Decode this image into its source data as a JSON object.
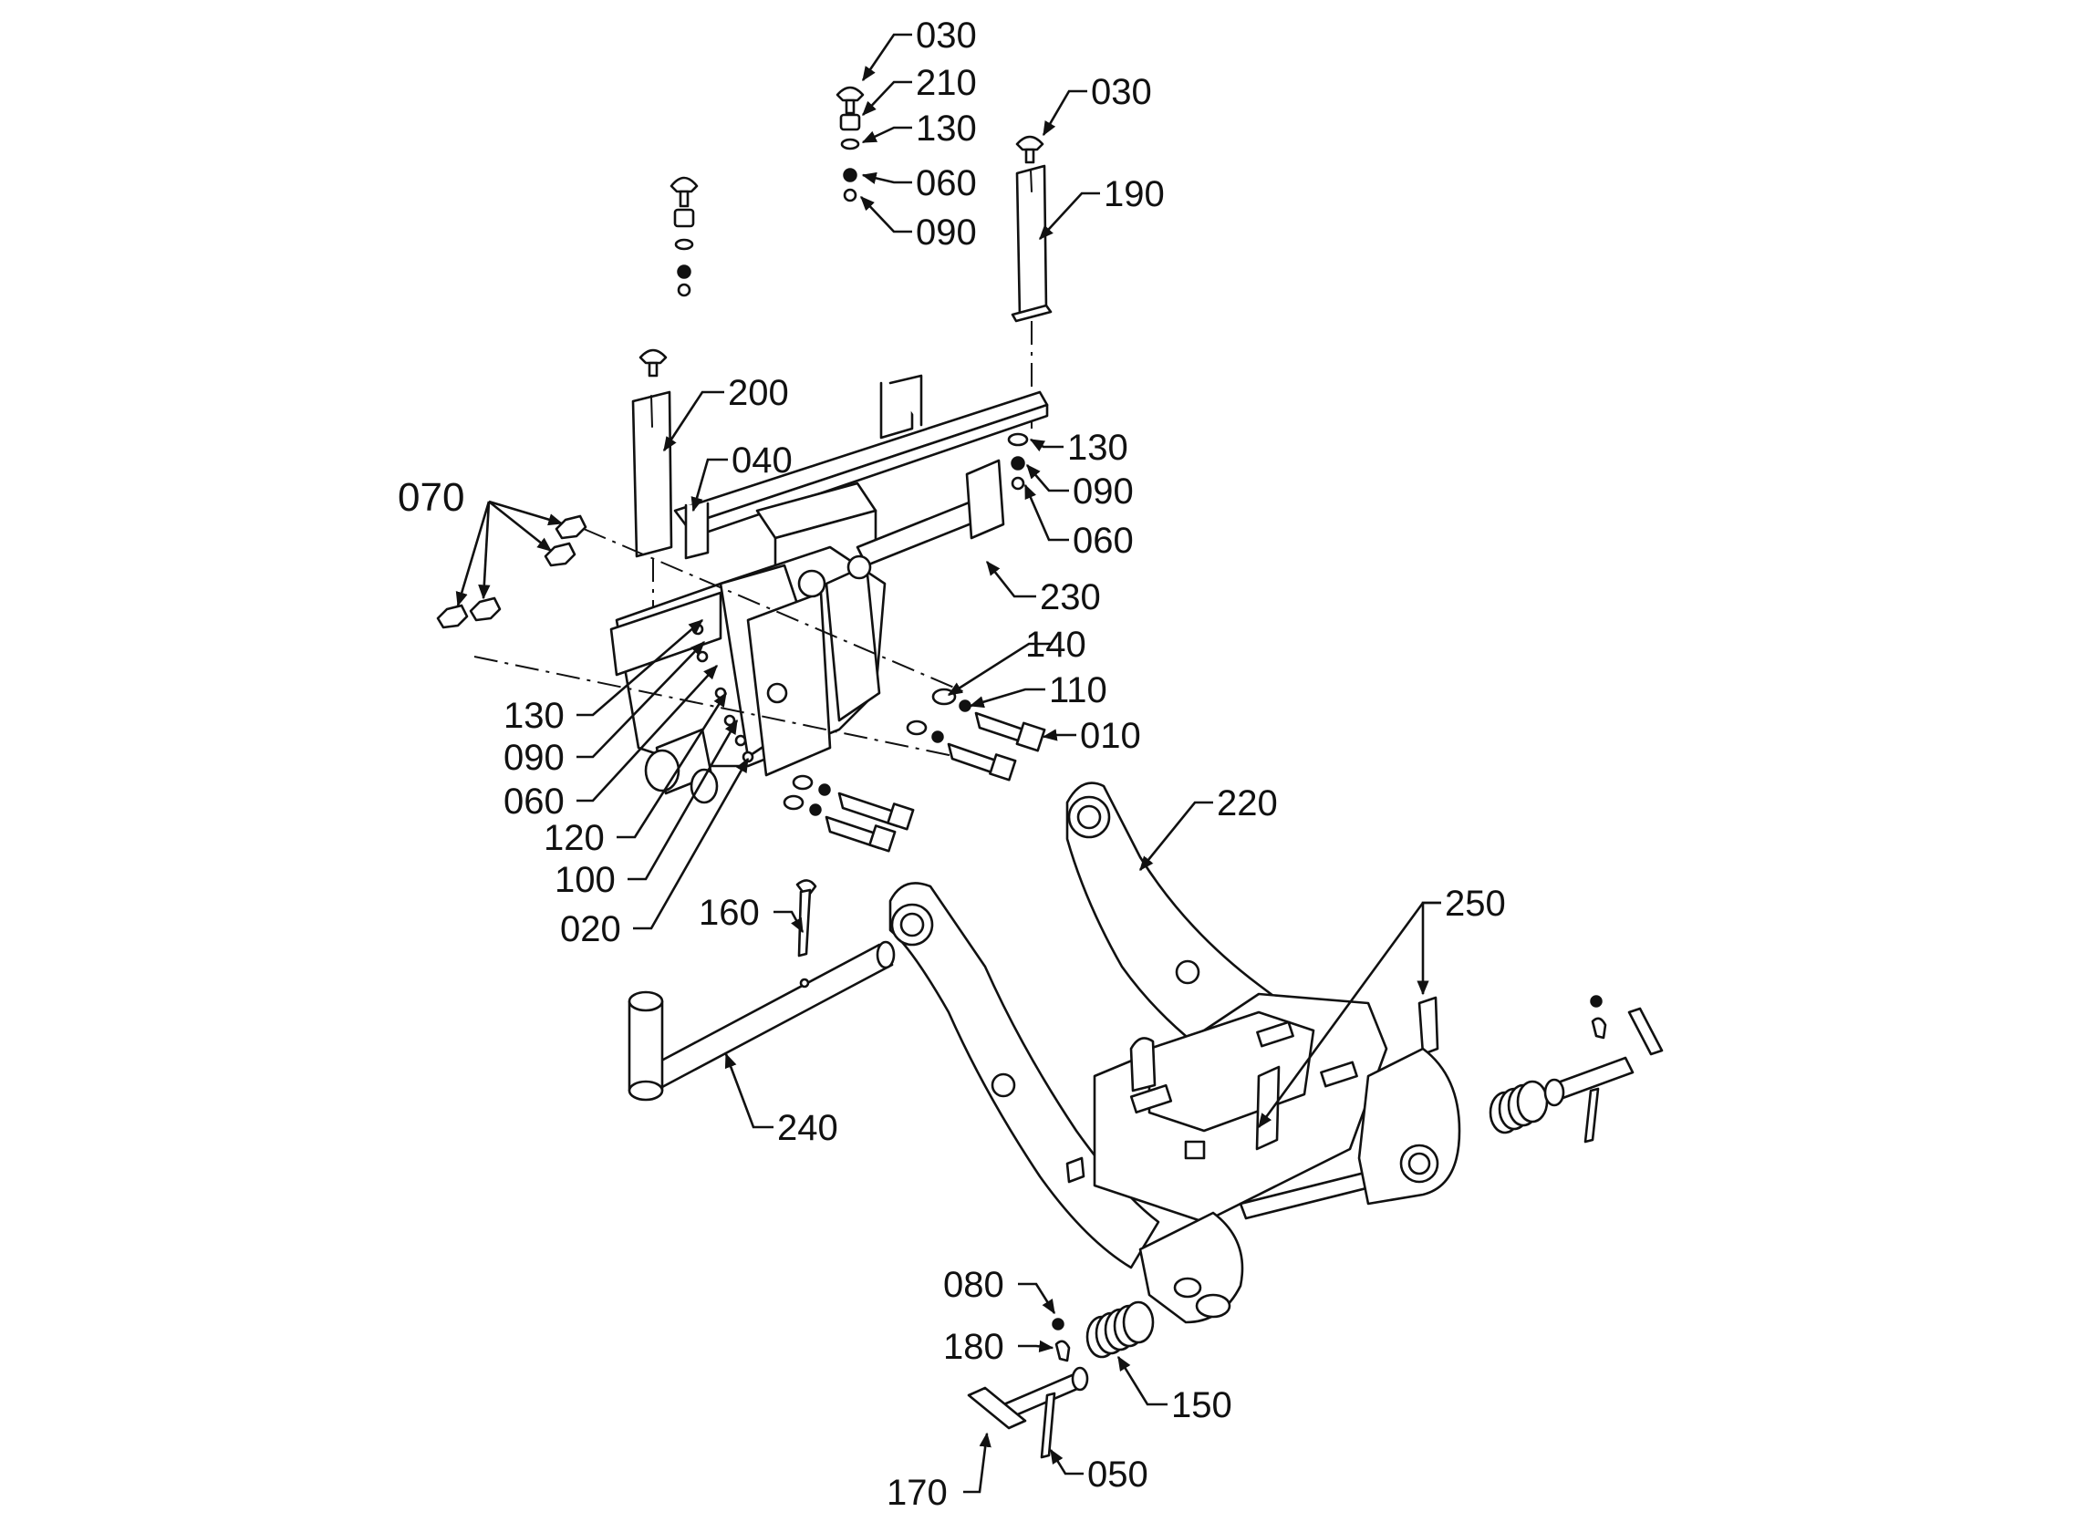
{
  "callouts": {
    "c030a": "030",
    "c210": "210",
    "c130a": "130",
    "c060a": "060",
    "c090a": "090",
    "c030b": "030",
    "c190": "190",
    "c200": "200",
    "c040": "040",
    "c070": "070",
    "c130b": "130",
    "c090b": "090",
    "c060b": "060",
    "c230": "230",
    "c140": "140",
    "c110": "110",
    "c010": "010",
    "c130c": "130",
    "c090c": "090",
    "c060c": "060",
    "c120": "120",
    "c100": "100",
    "c020": "020",
    "c220": "220",
    "c250": "250",
    "c160": "160",
    "c240": "240",
    "c080": "080",
    "c180": "180",
    "c150": "150",
    "c170": "170",
    "c050": "050"
  },
  "colors": {
    "line": "#111111",
    "background": "#ffffff"
  }
}
